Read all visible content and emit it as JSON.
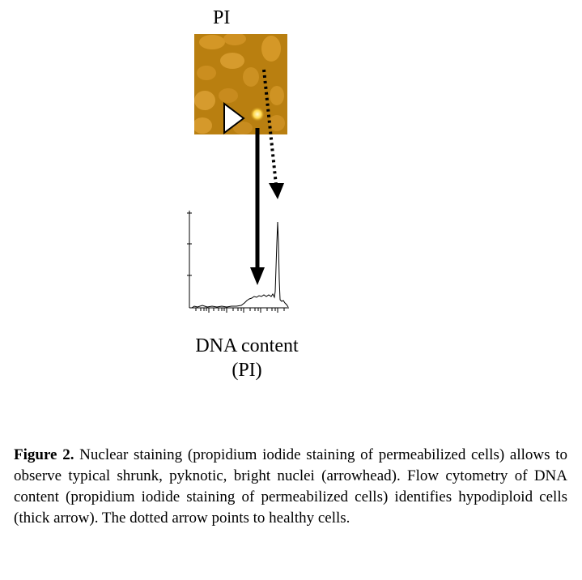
{
  "figure": {
    "image_label": "PI",
    "axis_label_line1": "DNA content",
    "axis_label_line2": "(PI)"
  },
  "caption": {
    "number": "Figure 2.",
    "text": " Nuclear staining (propidium iodide staining of permeabilized cells) allows to observe typical shrunk, pyknotic, bright nuclei (arrowhead). Flow cytometry of DNA content  (propidium iodide staining of permeabilized cells) identifies hypodiploid cells (thick arrow). The dotted arrow points to healthy cells."
  },
  "colors": {
    "micrograph_background": "#c48a12",
    "nucleus": "#e0a63a",
    "bright_nucleus": "#ffe27a"
  }
}
